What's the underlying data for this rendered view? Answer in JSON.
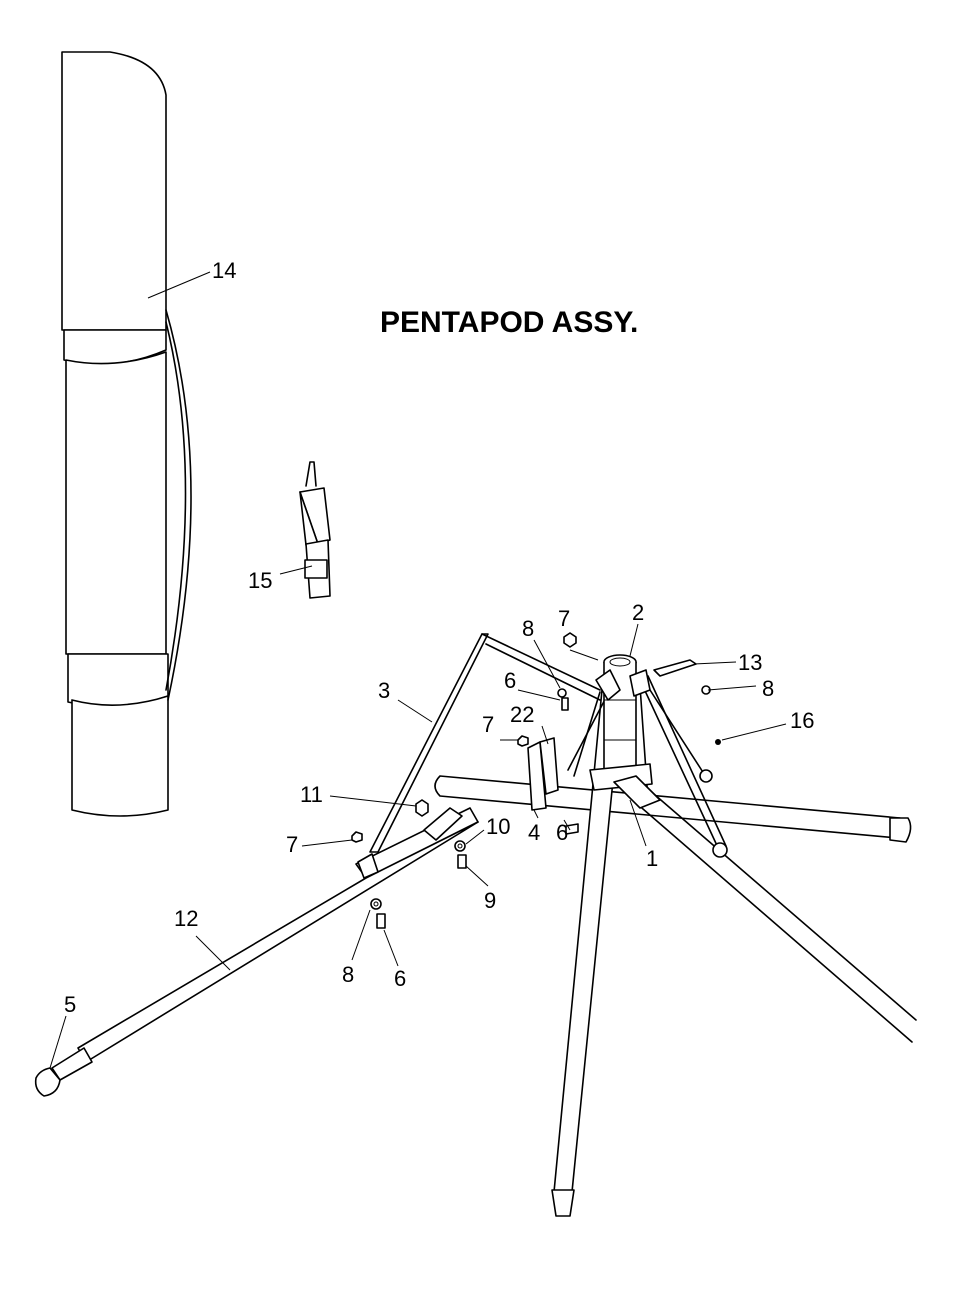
{
  "title": "PENTAPOD ASSY.",
  "callouts": [
    "14",
    "15",
    "3",
    "8",
    "7",
    "2",
    "13",
    "8",
    "6",
    "22",
    "7",
    "16",
    "11",
    "10",
    "7",
    "4",
    "6",
    "1",
    "9",
    "12",
    "8",
    "6",
    "5"
  ],
  "parts": [
    "case",
    "strap",
    "leg-brace",
    "hub",
    "leg",
    "leg-tip",
    "locking-lever",
    "bolt",
    "nut",
    "washer"
  ]
}
